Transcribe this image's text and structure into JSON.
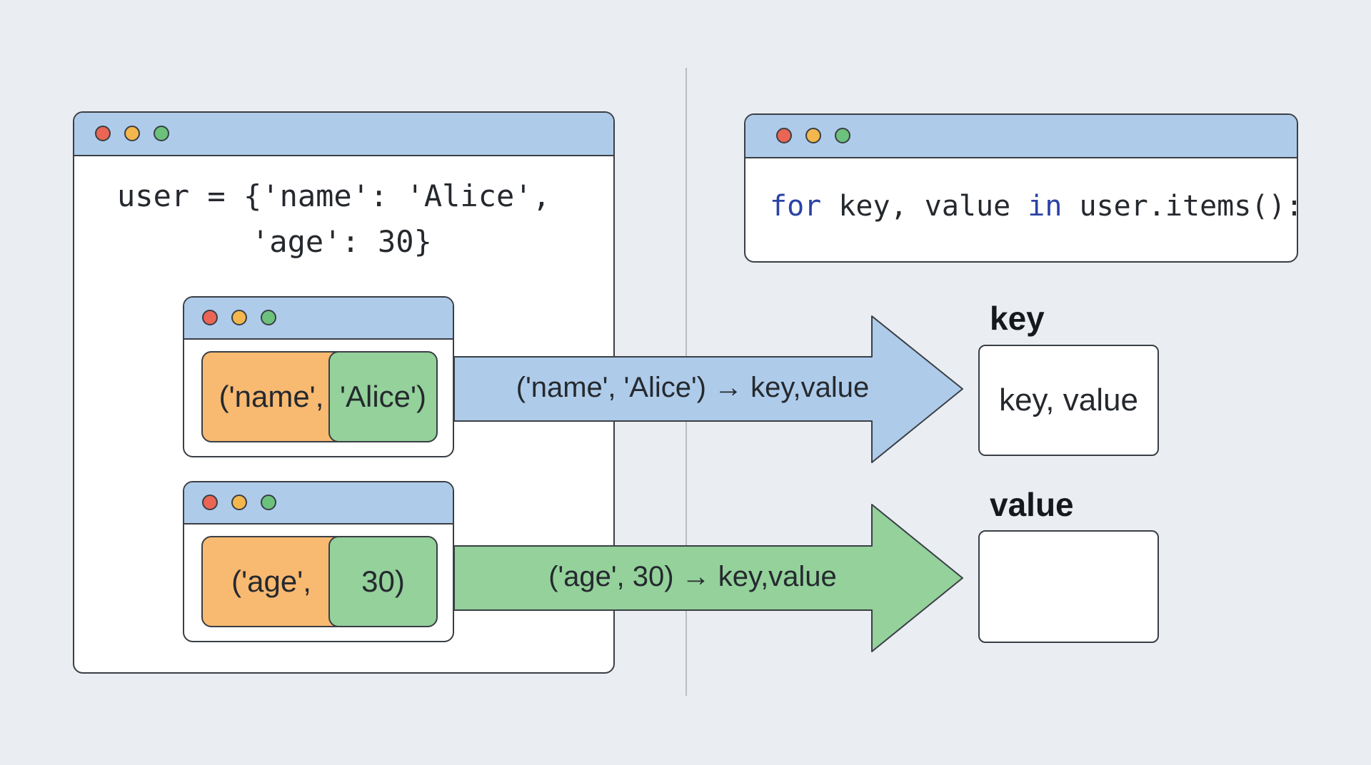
{
  "colors": {
    "background": "#eaeef2",
    "titlebar": "#aecbea",
    "chip_key": "#f8b971",
    "chip_value": "#94d19b",
    "arrow_blue": "#aecbea",
    "arrow_green": "#94d19b",
    "keyword": "#2a43a6"
  },
  "left_window": {
    "code_line1": "user = {'name': 'Alice',",
    "code_line2": "'age': 30}"
  },
  "pairs": [
    {
      "key": "('name',",
      "value": "'Alice')",
      "arrow_label": "('name', 'Alice') → key,value"
    },
    {
      "key": "('age',",
      "value": "30)",
      "arrow_label": "('age', 30) → key,value"
    }
  ],
  "right_window": {
    "kw_for": "for",
    "part1": " key, value ",
    "kw_in": "in",
    "part2": " user.items():"
  },
  "outputs": [
    {
      "heading": "key",
      "content": "key, value"
    },
    {
      "heading": "value",
      "content": ""
    }
  ]
}
